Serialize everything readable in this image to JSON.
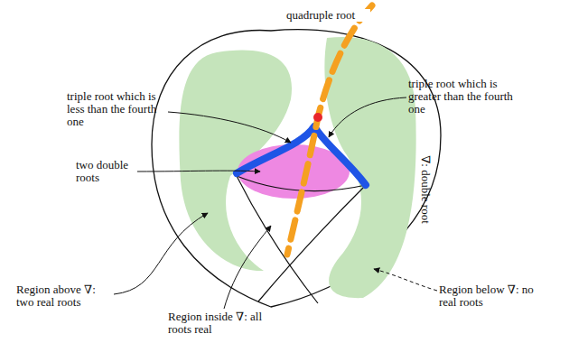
{
  "diagram": {
    "labels": [
      "quadruple root",
      "triple root which is less than the fourth one",
      "two double roots",
      "triple root which is greater than the fourth one",
      "∇: double root",
      "Region above ∇: two real roots",
      "Region below ∇: no real roots",
      "Region inside ∇: all roots real"
    ]
  }
}
